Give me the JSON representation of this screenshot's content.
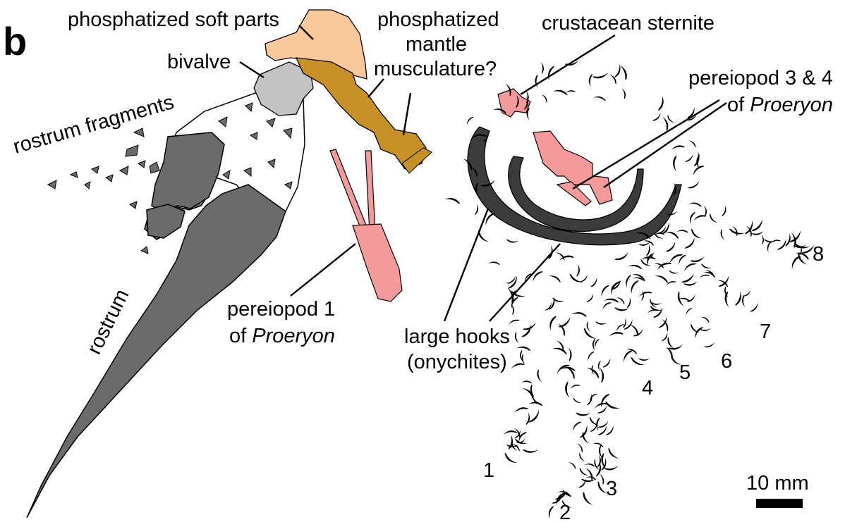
{
  "panel_letter": "b",
  "colors": {
    "rostrum": "#6b6b6b",
    "rostrum_light": "#ffffff",
    "bivalve": "#c2c2c2",
    "soft_parts": "#f9c89b",
    "mantle": "#c79128",
    "crustacean": "#f49a9a",
    "onychites": "#3c3c3c",
    "hooks": "#000000"
  },
  "labels": {
    "soft_parts": "phosphatized soft parts",
    "mantle_line1": "phosphatized",
    "mantle_line2": "mantle",
    "mantle_line3": "musculature?",
    "bivalve": "bivalve",
    "rostrum_fragments": "rostrum fragments",
    "rostrum": "rostrum",
    "pereiopod1_line1": "pereiopod 1",
    "pereiopod1_line2_prefix": "of ",
    "pereiopod1_line2_genus": "Proeryon",
    "sternite": "crustacean sternite",
    "pereiopod34_line1": "pereiopod 3 & 4",
    "pereiopod34_line2_prefix": "of ",
    "pereiopod34_line2_genus": "Proeryon",
    "large_hooks_line1": "large hooks",
    "large_hooks_line2": "(onychites)",
    "scale": "10 mm"
  },
  "arm_numbers": [
    "1",
    "2",
    "3",
    "4",
    "5",
    "6",
    "7",
    "8"
  ]
}
